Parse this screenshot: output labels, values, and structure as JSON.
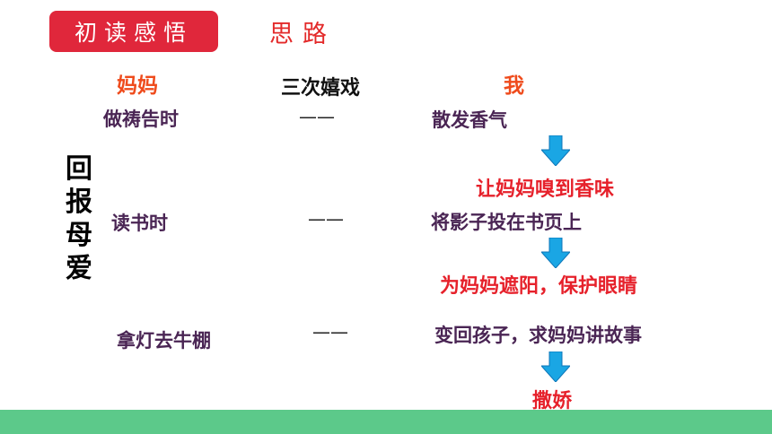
{
  "badge": "初读感悟",
  "subtitle": "思路",
  "headers": {
    "mom": "妈妈",
    "games": "三次嬉戏",
    "me": "我"
  },
  "rows": [
    {
      "mom": "做祷告时",
      "dash": "——",
      "me": "散发香气",
      "result": "让妈妈嗅到香味"
    },
    {
      "mom": "读书时",
      "dash": "——",
      "me": "将影子投在书页上",
      "result": "为妈妈遮阳，保护眼睛"
    },
    {
      "mom": "拿灯去牛棚",
      "dash": "——",
      "me": "变回孩子，求妈妈讲故事",
      "result": "撒娇"
    }
  ],
  "vertical_label": "回报母爱",
  "colors": {
    "badge": "#e0273b",
    "arrow": "#1aa6e4",
    "footer": "#5cc98a"
  },
  "icons": {
    "arrow": "down-arrow-icon"
  }
}
